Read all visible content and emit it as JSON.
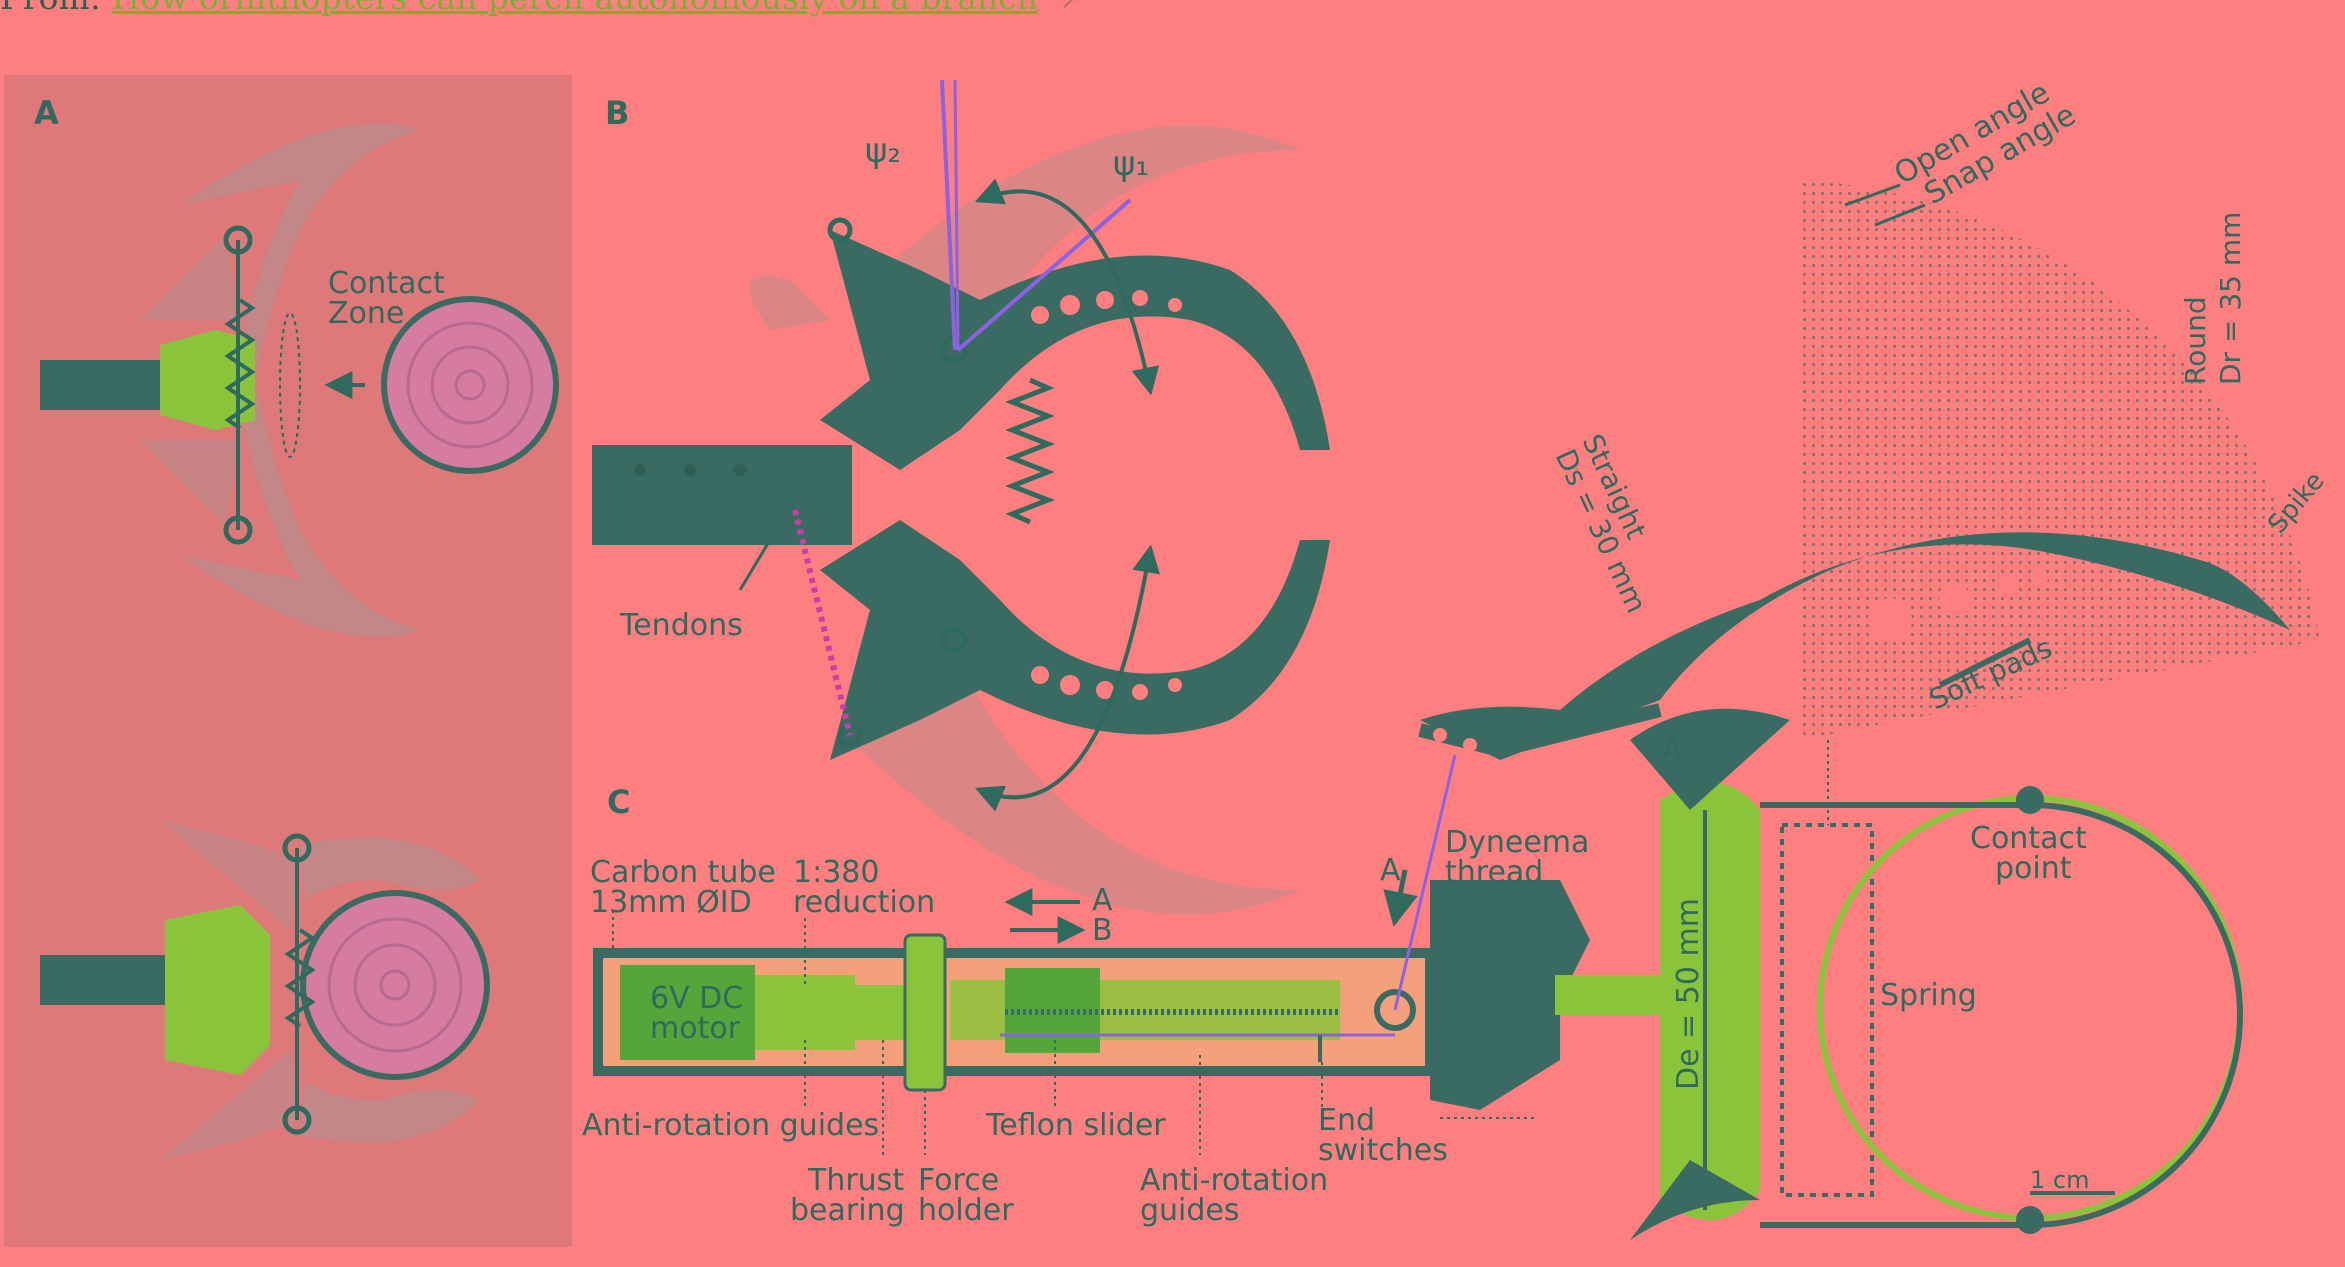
{
  "header": {
    "from_prefix": "From:",
    "link_text": "How ornithopters can perch autonomously on a branch"
  },
  "colors": {
    "background": "#fe7f7f",
    "panelA_bg": "#df7878",
    "structure": "#2f6a5e",
    "carbon": "#3a6b62",
    "spring_green": "#8ac43a",
    "tendon_purple": "#8d62e0",
    "tendon_magenta": "#c93fa8",
    "ghost": "#b98c8c"
  },
  "panelA": {
    "letter": "A",
    "contact_zone": [
      "Contact",
      "Zone"
    ]
  },
  "panelB": {
    "letter": "B",
    "psi2": "ψ₂",
    "psi1": "ψ₁",
    "tendons": "Tendons"
  },
  "panelC": {
    "letter": "C",
    "carbon_tube": [
      "Carbon tube",
      "13mm ØID"
    ],
    "reduction": [
      "1:380",
      "reduction"
    ],
    "dir_a": "A",
    "dir_b": "B",
    "motor": [
      "6V DC",
      "motor"
    ],
    "anti_rotation_left": "Anti-rotation guides",
    "thrust_bearing": [
      "Thrust",
      "bearing"
    ],
    "force_holder": [
      "Force",
      "holder"
    ],
    "teflon_slider": "Teflon slider",
    "anti_rotation_right": [
      "Anti-rotation",
      "guides"
    ],
    "end_switches": [
      "End",
      "switches"
    ],
    "arrow_a": "A",
    "dyneema": [
      "Dyneema",
      "thread"
    ],
    "angle_a": "A",
    "de": "De = 50 mm",
    "contact_point": [
      "Contact",
      "point"
    ],
    "spring": "Spring",
    "scale_bar": "1 cm",
    "open_angle": "Open angle",
    "snap_angle": "Snap angle",
    "round": [
      "Round",
      "Dr = 35 mm"
    ],
    "straight": [
      "Straight",
      "Ds = 30 mm"
    ],
    "spike": "Spike",
    "soft_pads": "Soft pads"
  }
}
